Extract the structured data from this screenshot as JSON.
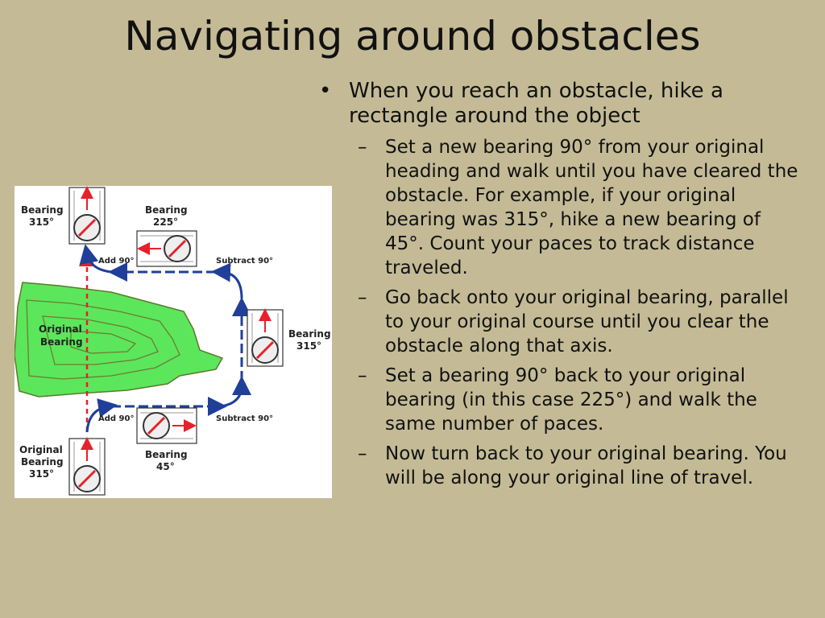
{
  "slide": {
    "title": "Navigating around obstacles",
    "bullet": "When you reach an obstacle, hike a rectangle around the object",
    "subbullets": [
      "Set a new bearing 90° from your original heading and walk until you have cleared the obstacle. For example, if your original bearing was 315°, hike a new bearing of 45°. Count your paces to track distance traveled.",
      "Go back onto your original bearing, parallel to your original course until you clear the obstacle along that axis.",
      "Set a bearing 90° back to your original bearing (in this case 225°) and walk the same number of paces.",
      "Now turn back to your original bearing. You will be along your original line of travel."
    ]
  },
  "figure": {
    "labels": {
      "top_left_bearing": "Bearing",
      "top_left_value": "315°",
      "top_mid_bearing": "Bearing",
      "top_mid_value": "225°",
      "add90_top": "Add 90°",
      "subtract90_top": "Subtract 90°",
      "right_bearing": "Bearing",
      "right_value": "315°",
      "obstacle_line1": "Original",
      "obstacle_line2": "Bearing",
      "add90_bottom": "Add 90°",
      "subtract90_bottom": "Subtract 90°",
      "bottom_left_line1": "Original",
      "bottom_left_line2": "Bearing",
      "bottom_left_value": "315°",
      "bottom_mid_bearing": "Bearing",
      "bottom_mid_value": "45°"
    },
    "colors": {
      "obstacle_fill": "#5ce65c",
      "route_arrow": "#1f3f99",
      "bearing_arrow": "#e8202a"
    }
  }
}
